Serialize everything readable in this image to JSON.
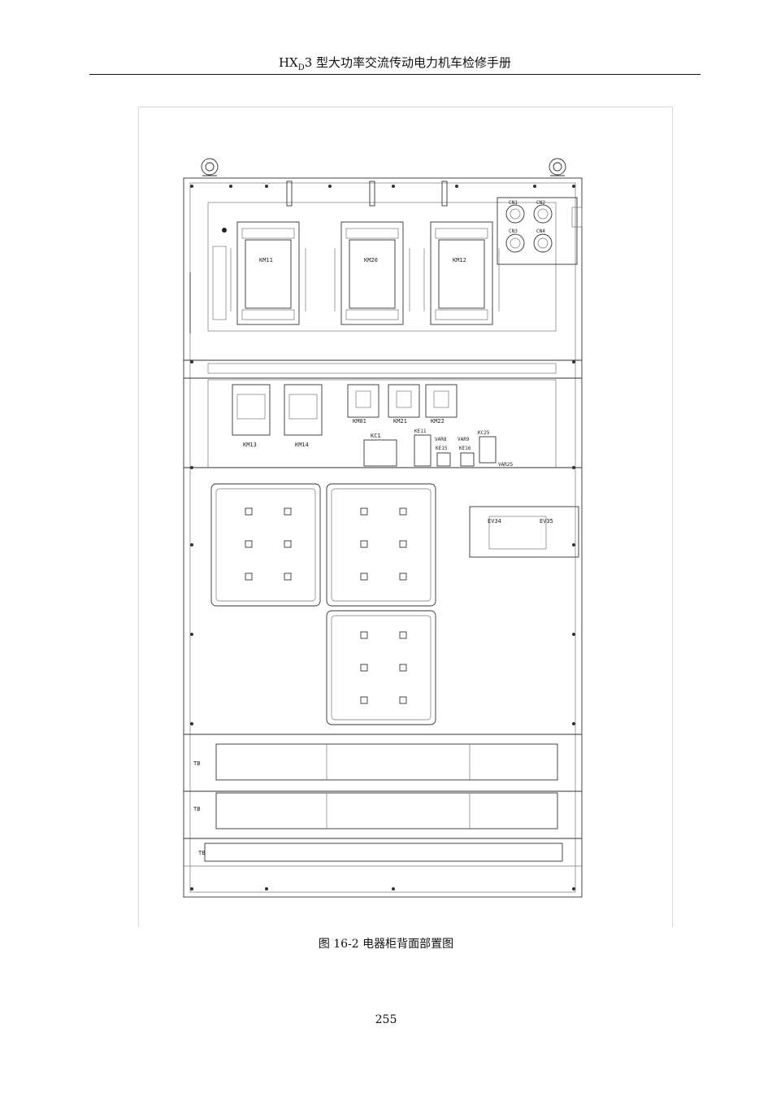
{
  "header": {
    "title_main": "HX",
    "title_subscript": "D",
    "title_rest": "3 型大功率交流传动电力机车检修手册"
  },
  "figure": {
    "caption": "图 16-2  电器柜背面部置图",
    "labels": {
      "km11": "KM11",
      "km20": "KM20",
      "km12": "KM12",
      "cn1": "CN1",
      "cn2": "CN2",
      "cn3": "CN3",
      "cn4": "CN4",
      "km13": "KM13",
      "km14": "KM14",
      "km01": "KM01",
      "km21": "KM21",
      "km22": "KM22",
      "kc1": "KC1",
      "ke11": "KE11",
      "var8": "VAR8",
      "var9": "VAR9",
      "ke15": "KE15",
      "ke16": "KE16",
      "kc25": "KC25",
      "var25": "VAR25",
      "ev34": "EV34",
      "ev35": "EV35",
      "tb1": "TB",
      "tb2": "TB",
      "tb3": "TB"
    }
  },
  "page": {
    "number": "255"
  }
}
